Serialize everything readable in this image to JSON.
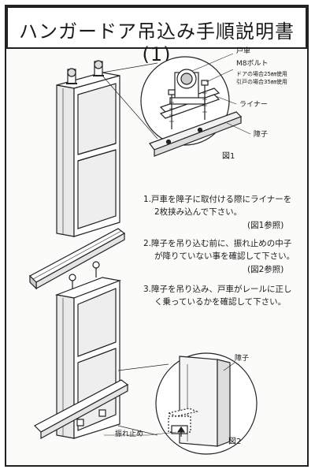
{
  "title": "ハンガードア吊込み手順説明書(1)",
  "fig1": {
    "caption": "図1",
    "label_roller": "戸車",
    "label_bolt": "M8ボルト",
    "label_bolt_note1": "ドアの場合25㎜使用",
    "label_bolt_note2": "引戸の場合35㎜使用",
    "label_liner": "ライナー",
    "label_shoji": "障子"
  },
  "instructions": [
    {
      "line1": "1.戸車を障子に取付ける際にライナーを",
      "line2": "2枚挟み込んで下さい。",
      "ref": "(図1参照)"
    },
    {
      "line1": "2.障子を吊り込む前に、振れ止めの中子",
      "line2": "が降りていない事を確認して下さい。",
      "ref": "(図2参照)"
    },
    {
      "line1": "3.障子を吊り込み、戸車がレールに正し",
      "line2": "く乗っているかを確認して下さい。",
      "ref": ""
    }
  ],
  "fig2": {
    "caption": "図2",
    "label_shoji": "障子",
    "label_stopper": "振れ止め"
  }
}
